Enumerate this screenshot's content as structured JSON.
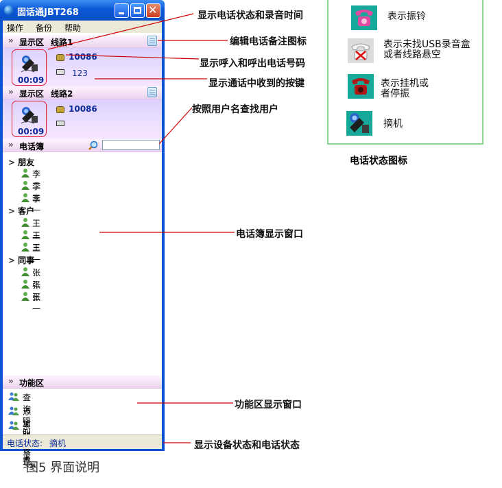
{
  "window": {
    "title": "固话通JBT268",
    "menu": [
      "操作",
      "备份",
      "帮助"
    ]
  },
  "lines": [
    {
      "section": "显示区",
      "line": "线路1",
      "number": "10086",
      "keys": "123",
      "timer": "00:09"
    },
    {
      "section": "显示区",
      "line": "线路2",
      "number": "10086",
      "keys": "",
      "timer": "00:09"
    }
  ],
  "phonebook": {
    "header": "电话簿",
    "search_placeholder": "",
    "groups": [
      {
        "name": "朋友",
        "contacts": [
          "李二",
          "李三",
          "李一"
        ]
      },
      {
        "name": "客户",
        "contacts": [
          "王二",
          "王三",
          "王一"
        ]
      },
      {
        "name": "同事",
        "contacts": [
          "张二",
          "张三",
          "张一"
        ]
      }
    ]
  },
  "function_area": {
    "header": "功能区",
    "items": [
      "查询呼叫记录 >>",
      "添加联系人",
      "系统设置"
    ]
  },
  "status": {
    "label": "电话状态:",
    "value": "摘机"
  },
  "annotations": {
    "status_time": "显示电话状态和录音时间",
    "edit_note": "编辑电话备注图标",
    "numbers": "显示呼入和呼出电话号码",
    "keys": "显示通话中收到的按键",
    "search": "按照用户名查找用户",
    "phonebook_window": "电话簿显示窗口",
    "function_window": "功能区显示窗口",
    "device_status": "显示设备状态和电话状态"
  },
  "legend": {
    "items": [
      {
        "icon": "ringing-phone-icon",
        "text": [
          "表示振铃"
        ]
      },
      {
        "icon": "no-device-icon",
        "text": [
          "表示未找USB录音盒",
          "或者线路悬空"
        ]
      },
      {
        "icon": "hung-up-icon",
        "text": [
          "表示挂机或",
          "者停振"
        ]
      },
      {
        "icon": "off-hook-icon",
        "text": [
          "摘机"
        ]
      }
    ],
    "caption": "电话状态图标"
  },
  "figure_caption": "图5  界面说明",
  "colors": {
    "titlebar": "#0b58d8",
    "section_header": "#ecd4ef",
    "line_panel": "#e7dcff",
    "accent_red": "#cc0000",
    "text_blue": "#0a2a9a"
  }
}
